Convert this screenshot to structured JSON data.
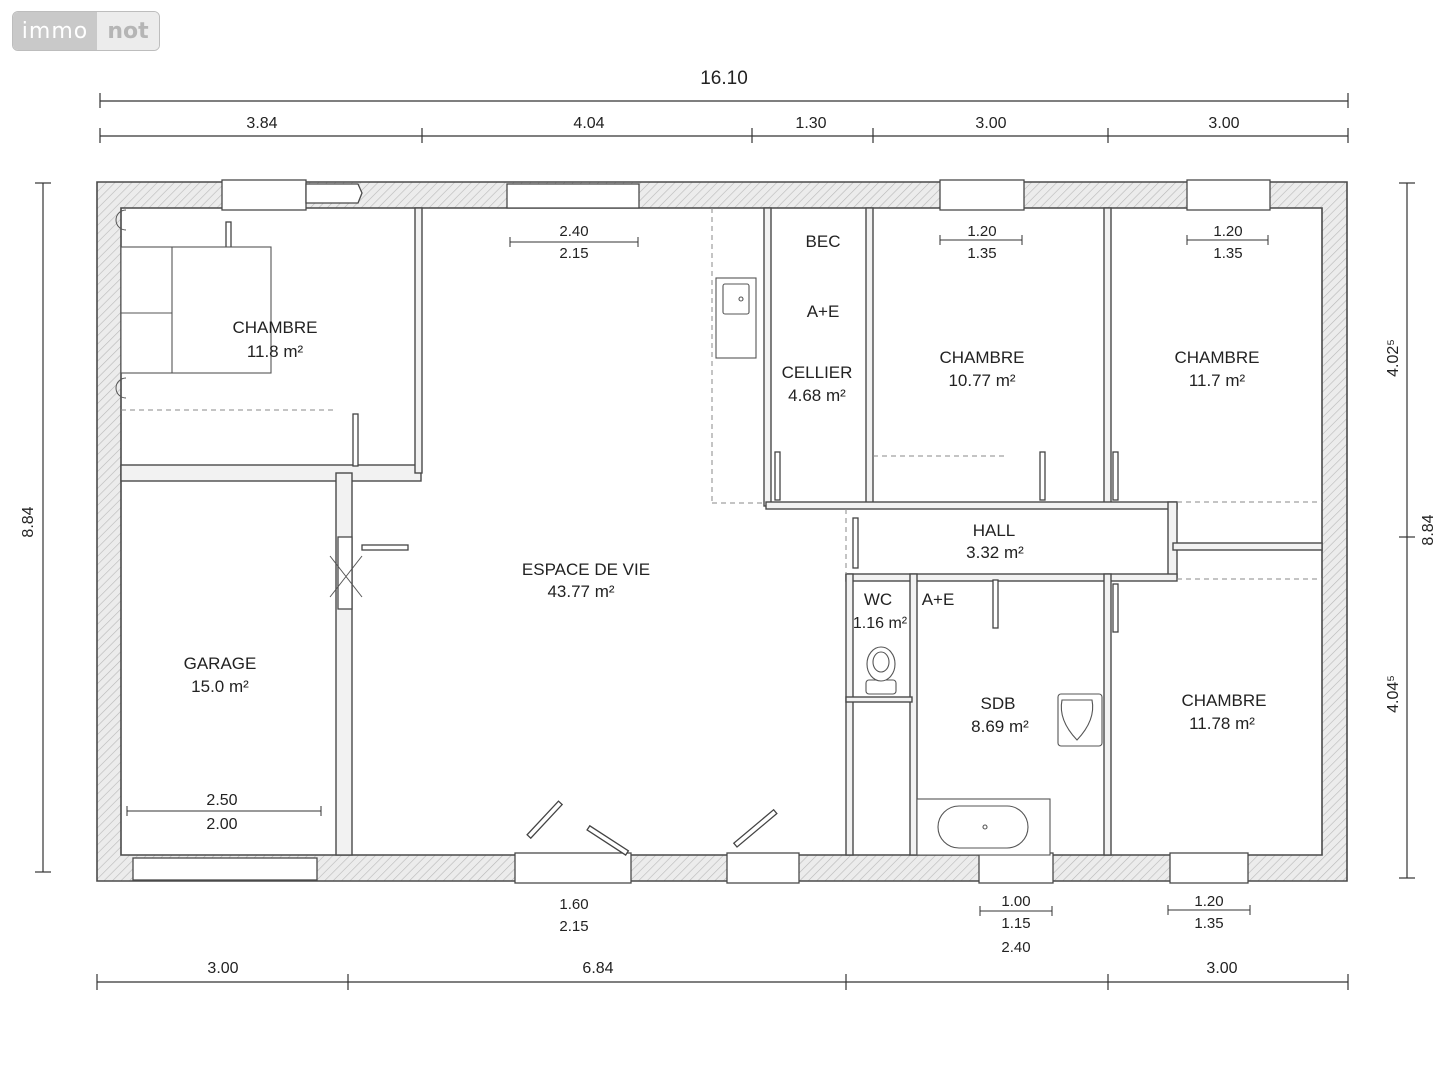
{
  "watermark": {
    "part1": "immo",
    "part2": "not"
  },
  "dimensions": {
    "top_total": "16.10",
    "top_segments": [
      "3.84",
      "4.04",
      "1.30",
      "3.00",
      "3.00"
    ],
    "bottom_segments": [
      "3.00",
      "6.84",
      "3.00"
    ],
    "left_total": "8.84",
    "right_total": "8.84",
    "right_upper": "4.02⁵",
    "right_lower": "4.04⁵"
  },
  "rooms": {
    "chambre_nw": {
      "name": "CHAMBRE",
      "area": "11.8 m²"
    },
    "garage": {
      "name": "GARAGE",
      "area": "15.0 m²"
    },
    "espace_de_vie": {
      "name": "ESPACE DE VIE",
      "area": "43.77 m²"
    },
    "cellier": {
      "name": "CELLIER",
      "area": "4.68 m²",
      "bec": "BEC",
      "ae": "A+E"
    },
    "chambre_n2": {
      "name": "CHAMBRE",
      "area": "10.77 m²"
    },
    "chambre_ne": {
      "name": "CHAMBRE",
      "area": "11.7 m²"
    },
    "hall": {
      "name": "HALL",
      "area": "3.32 m²"
    },
    "wc": {
      "name": "WC",
      "area": "1.16 m²"
    },
    "sdb": {
      "name": "SDB",
      "area": "8.69 m²",
      "ae": "A+E"
    },
    "chambre_se": {
      "name": "CHAMBRE",
      "area": "11.78 m²"
    }
  },
  "openings": {
    "living_top": {
      "width": "2.40",
      "height": "2.15"
    },
    "chambre_n2_window": {
      "width": "1.20",
      "height": "1.35"
    },
    "chambre_ne_window": {
      "width": "1.20",
      "height": "1.35"
    },
    "garage_door": {
      "width": "2.50",
      "height": "2.00"
    },
    "living_bottom": {
      "width": "1.60",
      "height": "2.15"
    },
    "sdb_window": {
      "width": "1.00",
      "height": "1.15",
      "extra": "2.40"
    },
    "chambre_se_window": {
      "width": "1.20",
      "height": "1.35"
    }
  },
  "colors": {
    "wall_fill": "#e4e4e4",
    "line": "#4a4a4a"
  }
}
